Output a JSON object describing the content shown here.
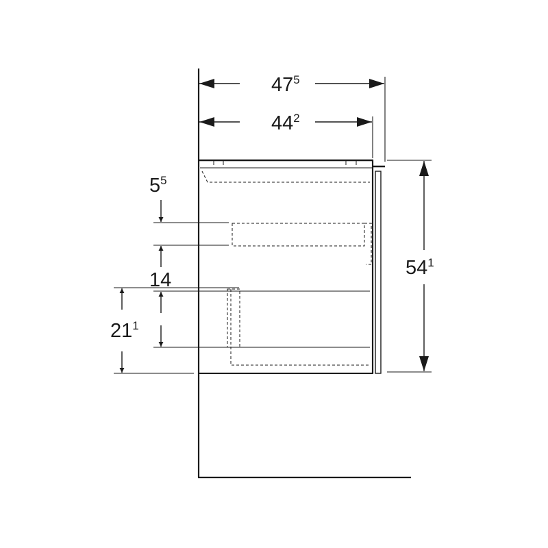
{
  "colors": {
    "line": "#1a1a1a",
    "background": "#ffffff"
  },
  "dimensions": {
    "total_depth": {
      "main": "47",
      "sup": "5"
    },
    "body_depth": {
      "main": "44",
      "sup": "2"
    },
    "top_offset": {
      "main": "5",
      "sup": "5"
    },
    "drawer_gap": {
      "main": "14",
      "sup": ""
    },
    "bottom_height": {
      "main": "21",
      "sup": "1"
    },
    "total_height": {
      "main": "54",
      "sup": "1"
    }
  }
}
